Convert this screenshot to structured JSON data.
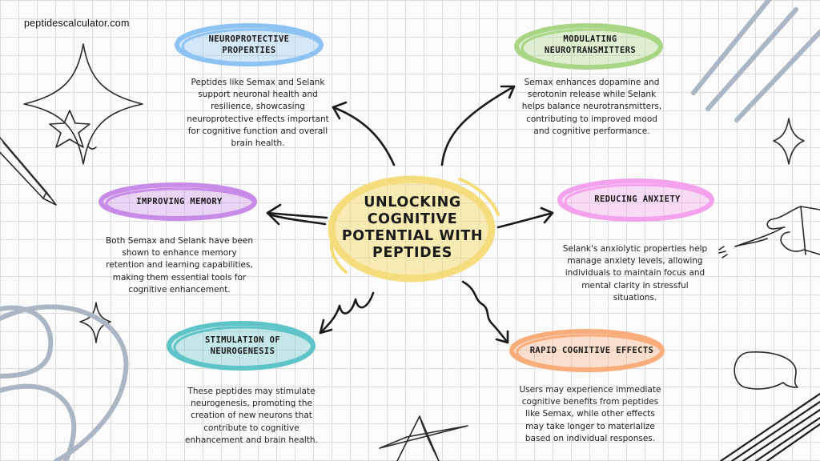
{
  "site": "peptidescalculator.com",
  "title": "Unlocking Cognitive Potential with Peptides",
  "colors": {
    "center": "#f4dc77",
    "neuroprotective": "#8cc3f2",
    "neurotransmitters": "#a9d684",
    "memory": "#c88be8",
    "anxiety": "#f4a2ee",
    "neurogenesis": "#5fc4c8",
    "rapid": "#f8ad7b",
    "deco": "#aab6c4"
  },
  "branches": {
    "neuroprotective": {
      "label": "Neuroprotective Properties",
      "text": "Peptides like Semax and Selank support neuronal health and resilience, showcasing neuroprotective effects important for cognitive function and overall brain health."
    },
    "neurotransmitters": {
      "label": "Modulating Neurotransmitters",
      "text": "Semax enhances dopamine and serotonin release while Selank helps balance neurotransmitters, contributing to improved mood and cognitive performance."
    },
    "memory": {
      "label": "Improving Memory",
      "text": "Both Semax and Selank have been shown to enhance memory retention and learning capabilities, making them essential tools for cognitive enhancement."
    },
    "anxiety": {
      "label": "Reducing Anxiety",
      "text": "Selank's anxiolytic properties help manage anxiety levels, allowing individuals to maintain focus and mental clarity in stressful situations."
    },
    "neurogenesis": {
      "label": "Stimulation of Neurogenesis",
      "text": "These peptides may stimulate neurogenesis, promoting the creation of new neurons that contribute to cognitive enhancement and brain health."
    },
    "rapid": {
      "label": "Rapid Cognitive Effects",
      "text": "Users may experience immediate cognitive benefits from peptides like Semax, while other effects may take longer to materialize based on individual responses."
    }
  }
}
